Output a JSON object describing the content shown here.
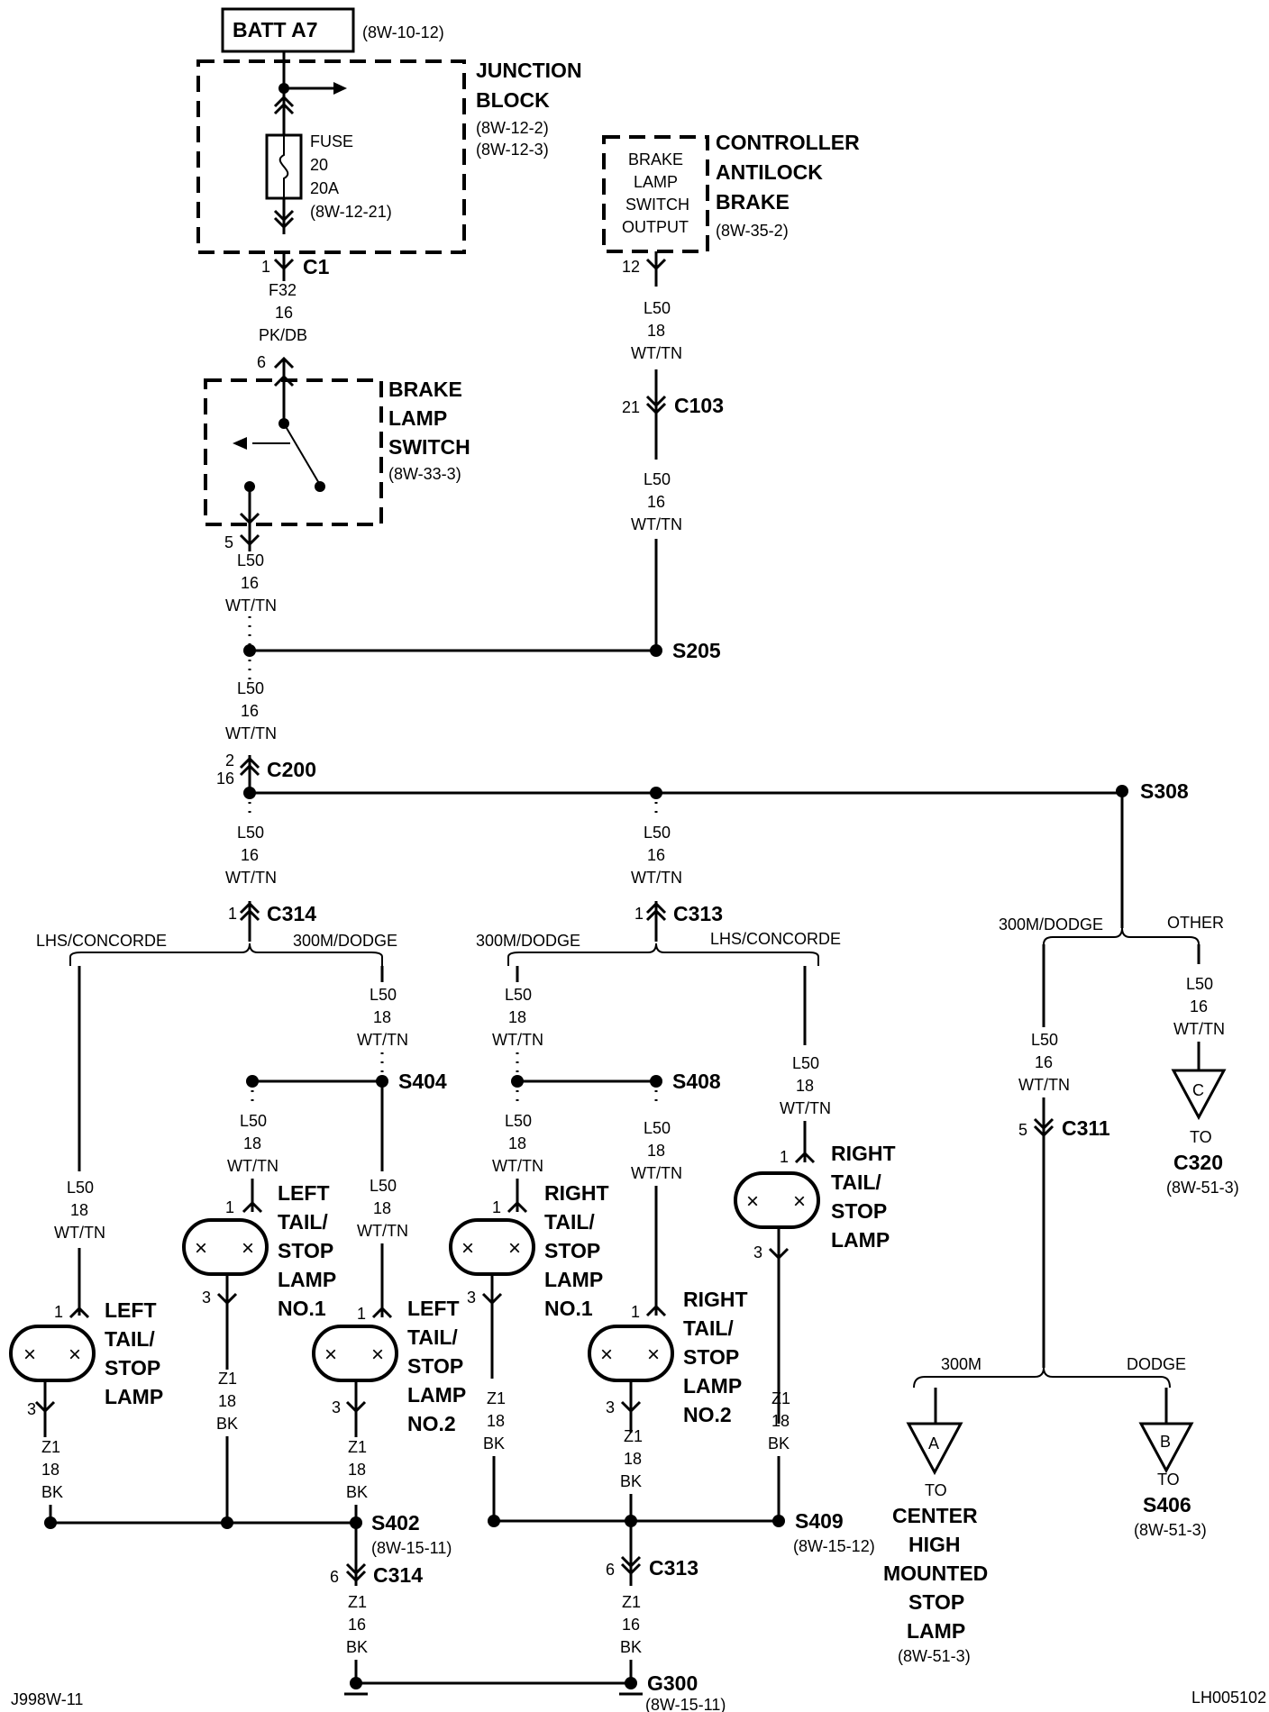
{
  "batt": {
    "label": "BATT A7",
    "ref": "(8W-10-12)"
  },
  "junction": {
    "name_1": "JUNCTION",
    "name_2": "BLOCK",
    "ref_1": "(8W-12-2)",
    "ref_2": "(8W-12-3)",
    "fuse_1": "FUSE",
    "fuse_2": "20",
    "fuse_3": "20A",
    "fuse_ref": "(8W-12-21)"
  },
  "c1": {
    "pin": "1",
    "name": "C1"
  },
  "wire_f32": {
    "circuit": "F32",
    "gauge": "16",
    "color": "PK/DB"
  },
  "switch": {
    "pin_in": "6",
    "pin_out": "5",
    "name_1": "BRAKE",
    "name_2": "LAMP",
    "name_3": "SWITCH",
    "ref": "(8W-33-3)"
  },
  "controller": {
    "box_1": "BRAKE",
    "box_2": "LAMP",
    "box_3": "SWITCH",
    "box_4": "OUTPUT",
    "name_1": "CONTROLLER",
    "name_2": "ANTILOCK",
    "name_3": "BRAKE",
    "ref": "(8W-35-2)",
    "pin": "12"
  },
  "w_l50_18": {
    "circuit": "L50",
    "gauge": "18",
    "color": "WT/TN"
  },
  "w_l50_16": {
    "circuit": "L50",
    "gauge": "16",
    "color": "WT/TN"
  },
  "w_z1_18": {
    "circuit": "Z1",
    "gauge": "18",
    "color": "BK"
  },
  "w_z1_16": {
    "circuit": "Z1",
    "gauge": "16",
    "color": "BK"
  },
  "c103": {
    "pin": "21",
    "name": "C103"
  },
  "s205": "S205",
  "c200": {
    "pin_a": "2",
    "pin_b": "16",
    "name": "C200"
  },
  "s308": "S308",
  "c314_top": {
    "pin": "1",
    "name": "C314"
  },
  "c313_top": {
    "pin": "1",
    "name": "C313"
  },
  "variants": {
    "lhs_concorde": "LHS/CONCORDE",
    "m300_dodge": "300M/DODGE",
    "other": "OTHER",
    "m300": "300M",
    "dodge": "DODGE"
  },
  "s404": "S404",
  "s408": "S408",
  "c311": {
    "pin": "5",
    "name": "C311"
  },
  "conn_c": {
    "letter": "C",
    "to": "TO",
    "name": "C320",
    "ref": "(8W-51-3)"
  },
  "lamps": {
    "left_tail": {
      "l1": "LEFT",
      "l2": "TAIL/",
      "l3": "STOP",
      "l4": "LAMP",
      "pin1": "1",
      "pin3": "3"
    },
    "left_no1": {
      "l1": "LEFT",
      "l2": "TAIL/",
      "l3": "STOP",
      "l4": "LAMP",
      "l5": "NO.1",
      "pin1": "1",
      "pin3": "3"
    },
    "left_no2": {
      "l1": "LEFT",
      "l2": "TAIL/",
      "l3": "STOP",
      "l4": "LAMP",
      "l5": "NO.2",
      "pin1": "1",
      "pin3": "3"
    },
    "right_no1": {
      "l1": "RIGHT",
      "l2": "TAIL/",
      "l3": "STOP",
      "l4": "LAMP",
      "l5": "NO.1",
      "pin1": "1",
      "pin3": "3"
    },
    "right_no2": {
      "l1": "RIGHT",
      "l2": "TAIL/",
      "l3": "STOP",
      "l4": "LAMP",
      "l5": "NO.2",
      "pin1": "1",
      "pin3": "3"
    },
    "right_tail": {
      "l1": "RIGHT",
      "l2": "TAIL/",
      "l3": "STOP",
      "l4": "LAMP",
      "pin1": "1",
      "pin3": "3"
    }
  },
  "s402": {
    "name": "S402",
    "ref": "(8W-15-11)"
  },
  "s409": {
    "name": "S409",
    "ref": "(8W-15-12)"
  },
  "c314_bot": {
    "pin": "6",
    "name": "C314"
  },
  "c313_bot": {
    "pin": "6",
    "name": "C313"
  },
  "g300": {
    "name": "G300",
    "ref": "(8W-15-11)"
  },
  "conn_a": {
    "letter": "A",
    "to": "TO",
    "l1": "CENTER",
    "l2": "HIGH",
    "l3": "MOUNTED",
    "l4": "STOP",
    "l5": "LAMP",
    "ref": "(8W-51-3)"
  },
  "conn_b": {
    "letter": "B",
    "to": "TO",
    "name": "S406",
    "ref": "(8W-51-3)"
  },
  "footer": {
    "left": "J998W-11",
    "right": "LH005102"
  }
}
